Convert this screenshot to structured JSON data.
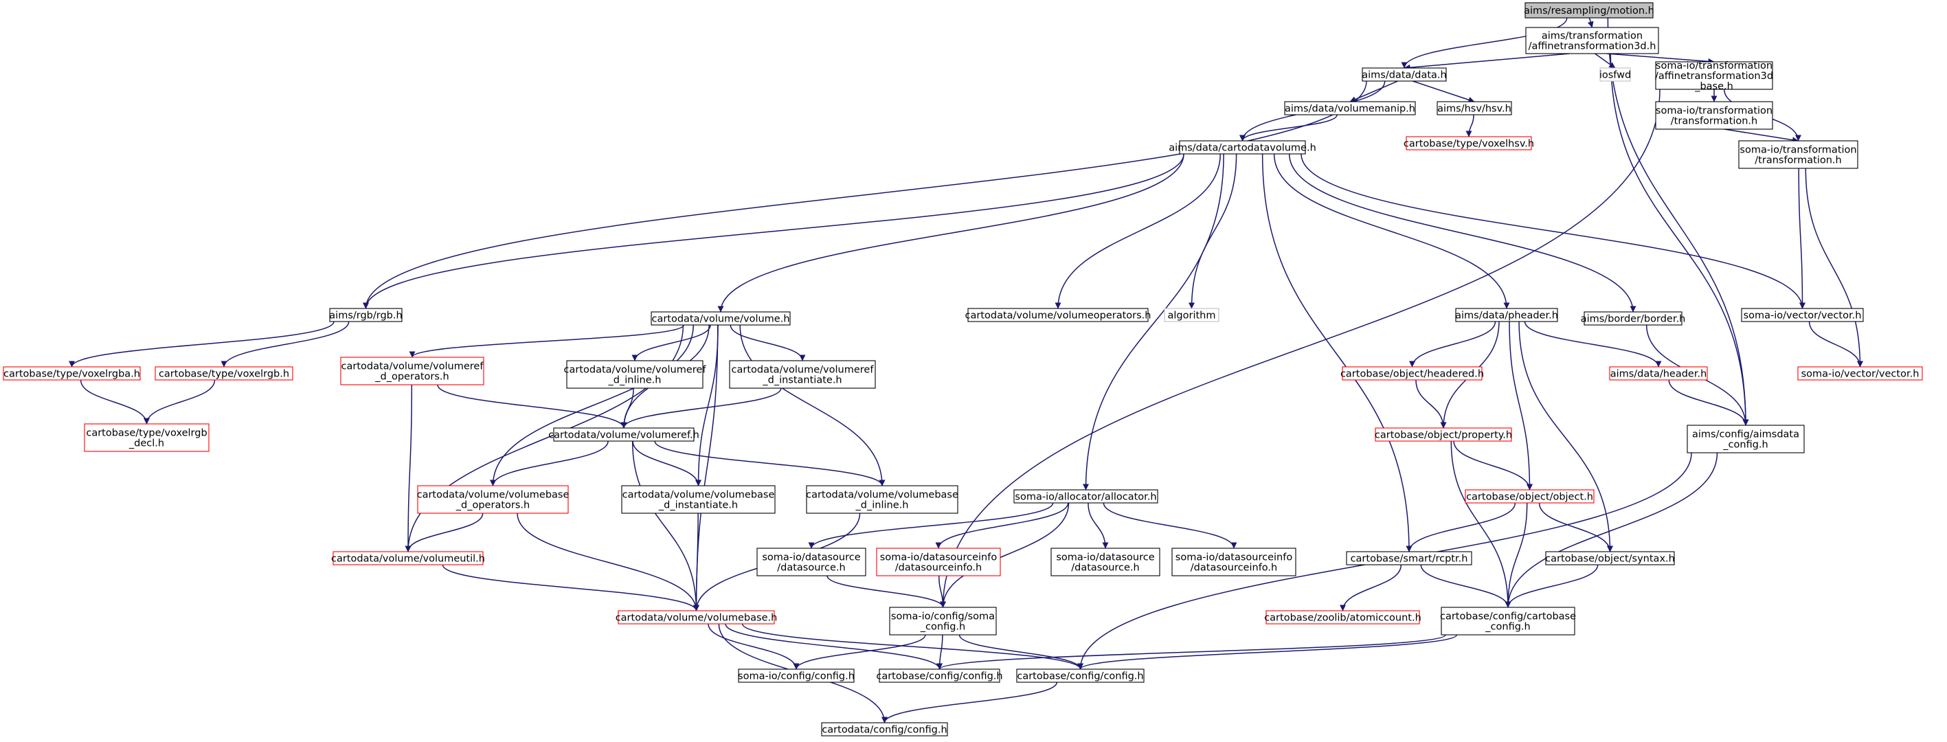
{
  "colors": {
    "edge": "#191970",
    "border_default": "#000000",
    "border_missing_docs": "#ff0000",
    "border_external": "#bfbfbf",
    "fill_root": "#bfbfbf",
    "fill_default": "#ffffff"
  },
  "nodes": [
    {
      "id": "motion",
      "lines": [
        "aims/resampling/motion.h"
      ],
      "style": "root"
    },
    {
      "id": "affine3d",
      "lines": [
        "aims/transformation",
        "/affinetransformation3d.h"
      ],
      "style": "normal"
    },
    {
      "id": "data",
      "lines": [
        "aims/data/data.h"
      ],
      "style": "normal"
    },
    {
      "id": "iosfwd",
      "lines": [
        "iosfwd"
      ],
      "style": "external"
    },
    {
      "id": "affbase",
      "lines": [
        "soma-io/transformation",
        "/affinetransformation3d",
        "_base.h"
      ],
      "style": "normal"
    },
    {
      "id": "volumemanip",
      "lines": [
        "aims/data/volumemanip.h"
      ],
      "style": "normal"
    },
    {
      "id": "hsv",
      "lines": [
        "aims/hsv/hsv.h"
      ],
      "style": "normal"
    },
    {
      "id": "transf1",
      "lines": [
        "soma-io/transformation",
        "/transformation.h"
      ],
      "style": "normal"
    },
    {
      "id": "voxelhsv",
      "lines": [
        "cartobase/type/voxelhsv.h"
      ],
      "style": "red"
    },
    {
      "id": "cdvol",
      "lines": [
        "aims/data/cartodatavolume.h"
      ],
      "style": "normal"
    },
    {
      "id": "transf2",
      "lines": [
        "soma-io/transformation",
        "/transformation.h"
      ],
      "style": "normal"
    },
    {
      "id": "rgb",
      "lines": [
        "aims/rgb/rgb.h"
      ],
      "style": "normal"
    },
    {
      "id": "volumeh",
      "lines": [
        "cartodata/volume/volume.h"
      ],
      "style": "normal"
    },
    {
      "id": "volops",
      "lines": [
        "cartodata/volume/volumeoperators.h"
      ],
      "style": "normal"
    },
    {
      "id": "algorithm",
      "lines": [
        "algorithm"
      ],
      "style": "external"
    },
    {
      "id": "pheader",
      "lines": [
        "aims/data/pheader.h"
      ],
      "style": "normal"
    },
    {
      "id": "border",
      "lines": [
        "aims/border/border.h"
      ],
      "style": "normal"
    },
    {
      "id": "vectorh",
      "lines": [
        "soma-io/vector/vector.h"
      ],
      "style": "normal"
    },
    {
      "id": "voxelrgba",
      "lines": [
        "cartobase/type/voxelrgba.h"
      ],
      "style": "red"
    },
    {
      "id": "voxelrgb",
      "lines": [
        "cartobase/type/voxelrgb.h"
      ],
      "style": "red"
    },
    {
      "id": "vrefops",
      "lines": [
        "cartodata/volume/volumeref",
        "_d_operators.h"
      ],
      "style": "red"
    },
    {
      "id": "vrefinl",
      "lines": [
        "cartodata/volume/volumeref",
        "_d_inline.h"
      ],
      "style": "normal"
    },
    {
      "id": "vrefinst",
      "lines": [
        "cartodata/volume/volumeref",
        "_d_instantiate.h"
      ],
      "style": "normal"
    },
    {
      "id": "headered",
      "lines": [
        "cartobase/object/headered.h"
      ],
      "style": "red"
    },
    {
      "id": "headerh",
      "lines": [
        "aims/data/header.h"
      ],
      "style": "red"
    },
    {
      "id": "vectorred",
      "lines": [
        "soma-io/vector/vector.h"
      ],
      "style": "red"
    },
    {
      "id": "rgbdecl",
      "lines": [
        "cartobase/type/voxelrgb",
        "_decl.h"
      ],
      "style": "red"
    },
    {
      "id": "property",
      "lines": [
        "cartobase/object/property.h"
      ],
      "style": "red"
    },
    {
      "id": "aimsdata",
      "lines": [
        "aims/config/aimsdata",
        "_config.h"
      ],
      "style": "normal"
    },
    {
      "id": "volref",
      "lines": [
        "cartodata/volume/volumeref.h"
      ],
      "style": "normal"
    },
    {
      "id": "vbops",
      "lines": [
        "cartodata/volume/volumebase",
        "_d_operators.h"
      ],
      "style": "red"
    },
    {
      "id": "vbinst",
      "lines": [
        "cartodata/volume/volumebase",
        "_d_instantiate.h"
      ],
      "style": "normal"
    },
    {
      "id": "vbinl",
      "lines": [
        "cartodata/volume/volumebase",
        "_d_inline.h"
      ],
      "style": "normal"
    },
    {
      "id": "allocator",
      "lines": [
        "soma-io/allocator/allocator.h"
      ],
      "style": "normal"
    },
    {
      "id": "objecth",
      "lines": [
        "cartobase/object/object.h"
      ],
      "style": "red"
    },
    {
      "id": "volutil",
      "lines": [
        "cartodata/volume/volumeutil.h"
      ],
      "style": "red"
    },
    {
      "id": "ds1",
      "lines": [
        "soma-io/datasource",
        "/datasource.h"
      ],
      "style": "normal"
    },
    {
      "id": "dsi1",
      "lines": [
        "soma-io/datasourceinfo",
        "/datasourceinfo.h"
      ],
      "style": "red"
    },
    {
      "id": "ds2",
      "lines": [
        "soma-io/datasource",
        "/datasource.h"
      ],
      "style": "normal"
    },
    {
      "id": "dsi2",
      "lines": [
        "soma-io/datasourceinfo",
        "/datasourceinfo.h"
      ],
      "style": "normal"
    },
    {
      "id": "rcptr",
      "lines": [
        "cartobase/smart/rcptr.h"
      ],
      "style": "normal"
    },
    {
      "id": "syntax",
      "lines": [
        "cartobase/object/syntax.h"
      ],
      "style": "normal"
    },
    {
      "id": "volbase",
      "lines": [
        "cartodata/volume/volumebase.h"
      ],
      "style": "red"
    },
    {
      "id": "somaconf",
      "lines": [
        "soma-io/config/soma",
        "_config.h"
      ],
      "style": "normal"
    },
    {
      "id": "atomic",
      "lines": [
        "cartobase/zoolib/atomiccount.h"
      ],
      "style": "red"
    },
    {
      "id": "cbconf",
      "lines": [
        "cartobase/config/cartobase",
        "_config.h"
      ],
      "style": "normal"
    },
    {
      "id": "somacfg",
      "lines": [
        "soma-io/config/config.h"
      ],
      "style": "normal"
    },
    {
      "id": "cbcfg1",
      "lines": [
        "cartobase/config/config.h"
      ],
      "style": "normal"
    },
    {
      "id": "cbcfg2",
      "lines": [
        "cartobase/config/config.h"
      ],
      "style": "normal"
    },
    {
      "id": "cdcfg",
      "lines": [
        "cartodata/config/config.h"
      ],
      "style": "normal"
    }
  ],
  "edges": [
    [
      "motion",
      "affine3d"
    ],
    [
      "motion",
      "data"
    ],
    [
      "motion",
      "aimsdata"
    ],
    [
      "affine3d",
      "data"
    ],
    [
      "affine3d",
      "iosfwd"
    ],
    [
      "affine3d",
      "affbase"
    ],
    [
      "affine3d",
      "aimsdata"
    ],
    [
      "data",
      "volumemanip"
    ],
    [
      "data",
      "hsv"
    ],
    [
      "data",
      "cdvol"
    ],
    [
      "data",
      "rgb"
    ],
    [
      "affbase",
      "transf1"
    ],
    [
      "affbase",
      "transf2"
    ],
    [
      "affbase",
      "somaconf"
    ],
    [
      "transf1",
      "transf2"
    ],
    [
      "transf2",
      "vectorh"
    ],
    [
      "transf2",
      "vectorred"
    ],
    [
      "volumemanip",
      "cdvol"
    ],
    [
      "hsv",
      "voxelhsv"
    ],
    [
      "cdvol",
      "rgb"
    ],
    [
      "cdvol",
      "volumeh"
    ],
    [
      "cdvol",
      "volops"
    ],
    [
      "cdvol",
      "algorithm"
    ],
    [
      "cdvol",
      "pheader"
    ],
    [
      "cdvol",
      "border"
    ],
    [
      "cdvol",
      "vectorh"
    ],
    [
      "cdvol",
      "allocator"
    ],
    [
      "cdvol",
      "rcptr"
    ],
    [
      "rgb",
      "voxelrgba"
    ],
    [
      "rgb",
      "voxelrgb"
    ],
    [
      "voxelrgba",
      "rgbdecl"
    ],
    [
      "voxelrgb",
      "rgbdecl"
    ],
    [
      "volumeh",
      "vrefops"
    ],
    [
      "volumeh",
      "vrefinl"
    ],
    [
      "volumeh",
      "vrefinst"
    ],
    [
      "volumeh",
      "volref"
    ],
    [
      "volumeh",
      "vbops"
    ],
    [
      "volumeh",
      "vbinst"
    ],
    [
      "volumeh",
      "vbinl"
    ],
    [
      "volumeh",
      "volutil"
    ],
    [
      "volumeh",
      "volbase"
    ],
    [
      "vrefops",
      "volref"
    ],
    [
      "vrefops",
      "volutil"
    ],
    [
      "vrefinl",
      "volref"
    ],
    [
      "vrefinst",
      "volref"
    ],
    [
      "volref",
      "vbops"
    ],
    [
      "volref",
      "vbinst"
    ],
    [
      "volref",
      "vbinl"
    ],
    [
      "volref",
      "volbase"
    ],
    [
      "vbops",
      "volutil"
    ],
    [
      "vbops",
      "volbase"
    ],
    [
      "vbinst",
      "volbase"
    ],
    [
      "vbinl",
      "volbase"
    ],
    [
      "volutil",
      "volbase"
    ],
    [
      "volbase",
      "somacfg"
    ],
    [
      "volbase",
      "cbcfg1"
    ],
    [
      "volbase",
      "cbcfg2"
    ],
    [
      "volbase",
      "cdcfg"
    ],
    [
      "allocator",
      "ds1"
    ],
    [
      "allocator",
      "dsi1"
    ],
    [
      "allocator",
      "ds2"
    ],
    [
      "allocator",
      "dsi2"
    ],
    [
      "allocator",
      "somaconf"
    ],
    [
      "ds1",
      "somaconf"
    ],
    [
      "dsi1",
      "somaconf"
    ],
    [
      "somaconf",
      "somacfg"
    ],
    [
      "somaconf",
      "cbcfg1"
    ],
    [
      "somaconf",
      "cbcfg2"
    ],
    [
      "pheader",
      "headered"
    ],
    [
      "pheader",
      "headerh"
    ],
    [
      "pheader",
      "property"
    ],
    [
      "pheader",
      "objecth"
    ],
    [
      "pheader",
      "syntax"
    ],
    [
      "headered",
      "property"
    ],
    [
      "headerh",
      "aimsdata"
    ],
    [
      "border",
      "aimsdata"
    ],
    [
      "vectorh",
      "vectorred"
    ],
    [
      "property",
      "objecth"
    ],
    [
      "property",
      "cbconf"
    ],
    [
      "objecth",
      "rcptr"
    ],
    [
      "objecth",
      "syntax"
    ],
    [
      "objecth",
      "cbconf"
    ],
    [
      "rcptr",
      "atomic"
    ],
    [
      "rcptr",
      "cbconf"
    ],
    [
      "syntax",
      "cbconf"
    ],
    [
      "aimsdata",
      "cbconf"
    ],
    [
      "aimsdata",
      "cbcfg2"
    ],
    [
      "cbconf",
      "cbcfg1"
    ],
    [
      "cbconf",
      "cbcfg2"
    ],
    [
      "cbcfg2",
      "cdcfg"
    ]
  ]
}
